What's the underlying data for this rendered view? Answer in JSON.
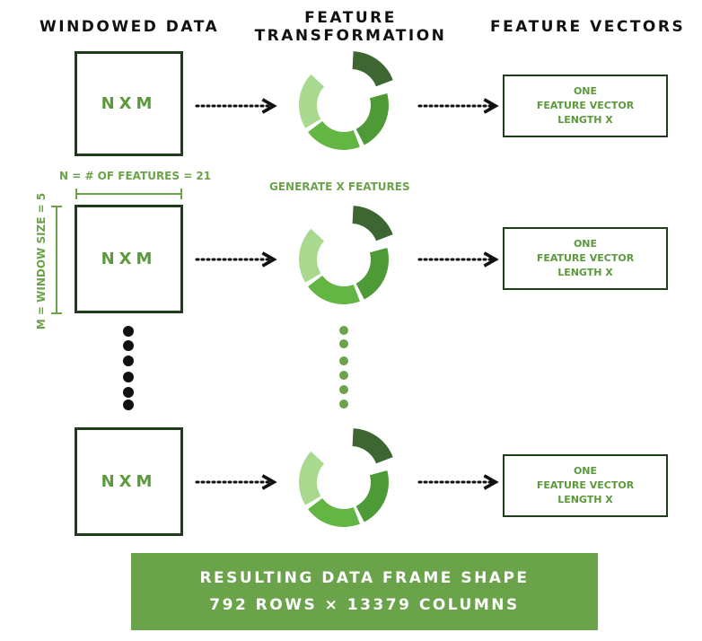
{
  "headers": {
    "windowed": "WINDOWED DATA",
    "feature_line1": "FEATURE",
    "feature_line2": "TRANSFORMATION",
    "vectors": "FEATURE VECTORS"
  },
  "matrix_label": "NXM",
  "output_box": {
    "line1": "ONE",
    "line2": "FEATURE VECTOR",
    "line3": "LENGTH X"
  },
  "annotations": {
    "n_label": "N = # OF FEATURES = 21",
    "m_label": "M = WINDOW SIZE = 5",
    "generate": "GENERATE X FEATURES"
  },
  "footer": {
    "line1": "RESULTING DATA FRAME SHAPE",
    "line2": "792 ROWS × 13379 COLUMNS"
  },
  "colors": {
    "dark_green": "#1f3d1a",
    "ring_dark": "#3d6632",
    "ring_mid": "#4e9a37",
    "ring_bright": "#63b544",
    "ring_light": "#a8d98f",
    "accent": "#6aa34a"
  },
  "icons": [
    "dotted-arrow-icon",
    "donut-ring-icon",
    "ellipsis-dots-icon"
  ]
}
